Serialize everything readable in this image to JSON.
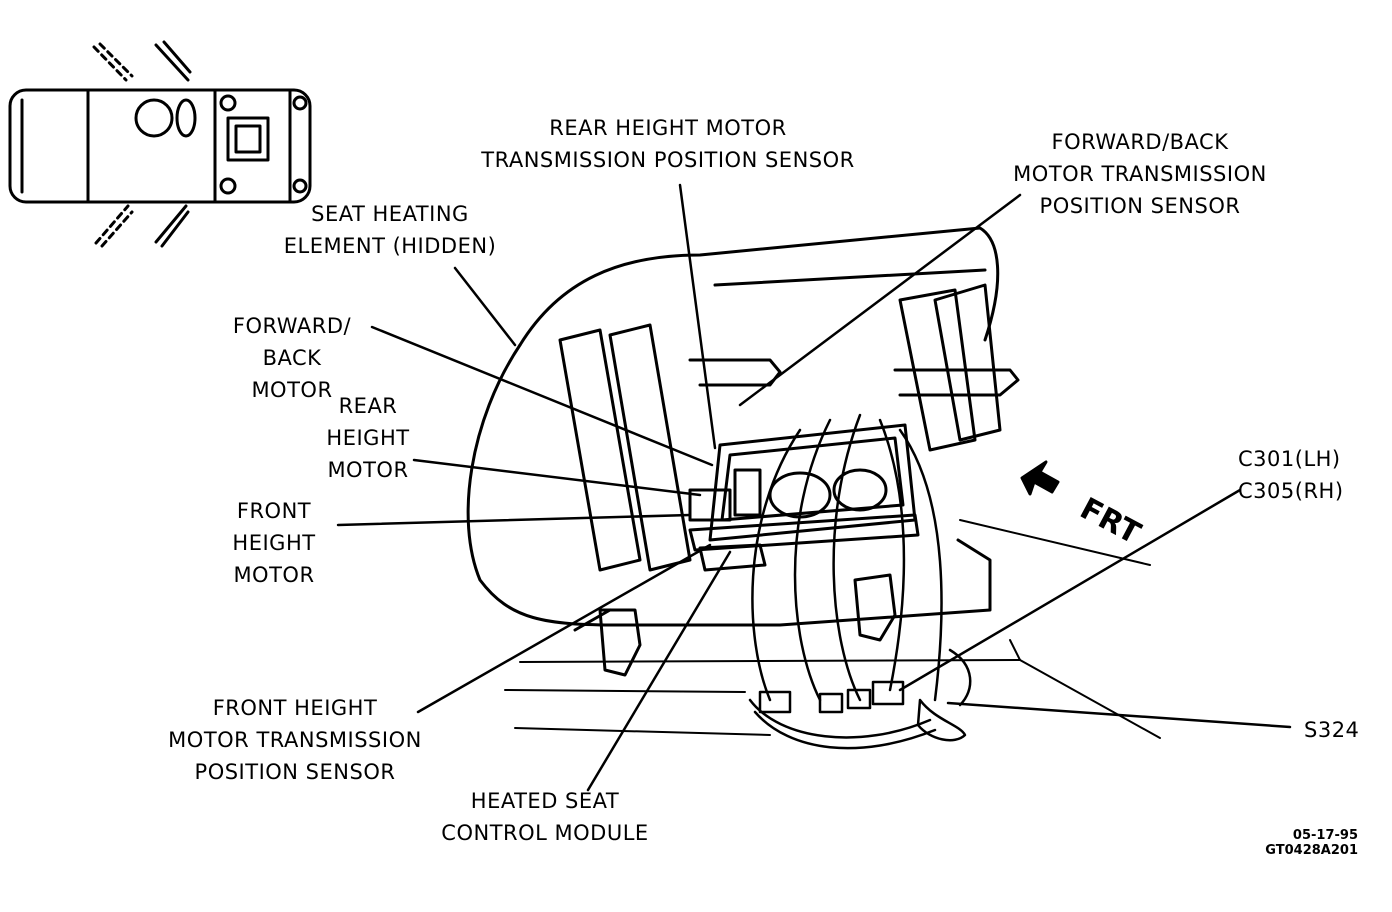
{
  "labels": {
    "rear_height_tps": [
      "REAR HEIGHT MOTOR",
      "TRANSMISSION POSITION SENSOR"
    ],
    "fwd_back_tps": [
      "FORWARD/BACK",
      "MOTOR TRANSMISSION",
      "POSITION SENSOR"
    ],
    "seat_heating_element": [
      "SEAT HEATING",
      "ELEMENT (HIDDEN)"
    ],
    "fwd_back_motor": [
      "FORWARD/",
      "BACK",
      "MOTOR"
    ],
    "rear_height_motor": [
      "REAR",
      "HEIGHT",
      "MOTOR"
    ],
    "front_height_motor": [
      "FRONT",
      "HEIGHT",
      "MOTOR"
    ],
    "front_height_tps": [
      "FRONT HEIGHT",
      "MOTOR TRANSMISSION",
      "POSITION SENSOR"
    ],
    "heated_seat_module": [
      "HEATED SEAT",
      "CONTROL MODULE"
    ],
    "connector": [
      "C301(LH)",
      "C305(RH)"
    ],
    "splice": "S324",
    "frt_arrow": "FRT"
  },
  "footer": {
    "date": "05-17-95",
    "figure_id": "GT0428A201"
  }
}
